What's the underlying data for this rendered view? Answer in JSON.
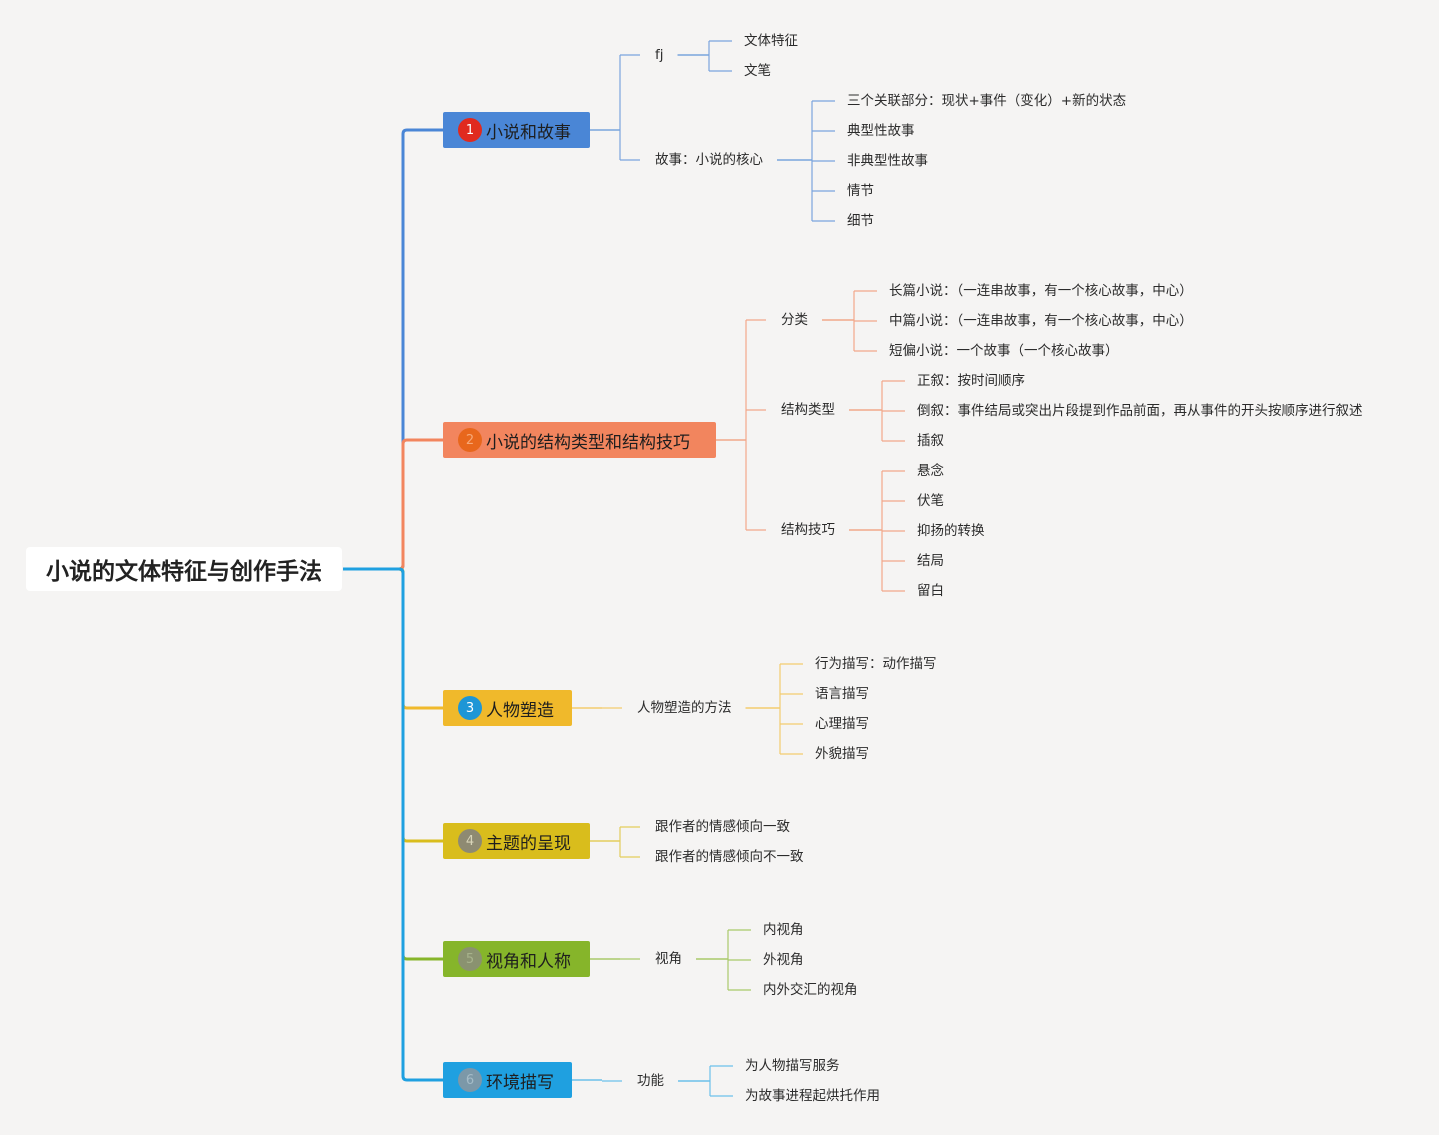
{
  "root": {
    "title": "小说的文体特征与创作手法",
    "color": "#3aa58d"
  },
  "branches": [
    {
      "number": "1",
      "title": "小说和故事",
      "color": "#4a86d6",
      "line_color": "#7aa5dd",
      "badge_color": "#e02a1f",
      "badge_text_color": "#ffffff",
      "children": [
        {
          "label": "fj",
          "children": [
            "文体特征",
            "文笔"
          ]
        },
        {
          "label": "故事：小说的核心",
          "children": [
            "三个关联部分：现状+事件（变化）+新的状态",
            "典型性故事",
            "非典型性故事",
            "情节",
            "细节"
          ]
        }
      ]
    },
    {
      "number": "2",
      "title": "小说的结构类型和结构技巧",
      "color": "#f2855e",
      "line_color": "#f2a88a",
      "badge_color": "#e8671c",
      "badge_text_color": "#f6a878",
      "children": [
        {
          "label": "分类",
          "children": [
            "长篇小说：（一连串故事，有一个核心故事，中心）",
            "中篇小说：（一连串故事，有一个核心故事，中心）",
            "短偏小说：一个故事（一个核心故事）"
          ]
        },
        {
          "label": "结构类型",
          "children": [
            "正叙：按时间顺序",
            "倒叙：事件结局或突出片段提到作品前面，再从事件的开头按顺序进行叙述",
            "插叙"
          ]
        },
        {
          "label": "结构技巧",
          "children": [
            "悬念",
            "伏笔",
            "抑扬的转换",
            "结局",
            "留白"
          ]
        }
      ]
    },
    {
      "number": "3",
      "title": "人物塑造",
      "color": "#f0b92b",
      "line_color": "#f3cc6e",
      "badge_color": "#1e96d6",
      "badge_text_color": "#ffffff",
      "children": [
        {
          "label": "人物塑造的方法",
          "children": [
            "行为描写：动作描写",
            "语言描写",
            "心理描写",
            "外貌描写"
          ]
        }
      ]
    },
    {
      "number": "4",
      "title": "主题的呈现",
      "color": "#d9bd1c",
      "line_color": "#e3cd5c",
      "badge_color": "#8e8a72",
      "badge_text_color": "#d8d4b8",
      "children": [
        {
          "label": "跟作者的情感倾向一致",
          "children": []
        },
        {
          "label": "跟作者的情感倾向不一致",
          "children": []
        }
      ]
    },
    {
      "number": "5",
      "title": "视角和人称",
      "color": "#86b52a",
      "line_color": "#a9c96a",
      "badge_color": "#8a9270",
      "badge_text_color": "#a7b28c",
      "children": [
        {
          "label": "视角",
          "children": [
            "内视角",
            "外视角",
            "内外交汇的视角"
          ]
        }
      ]
    },
    {
      "number": "6",
      "title": "环境描写",
      "color": "#1fa0e0",
      "line_color": "#6cc0ea",
      "badge_color": "#7c98a8",
      "badge_text_color": "#a5bcc8",
      "children": [
        {
          "label": "功能",
          "children": [
            "为人物描写服务",
            "为故事进程起烘托作用"
          ]
        }
      ]
    }
  ]
}
